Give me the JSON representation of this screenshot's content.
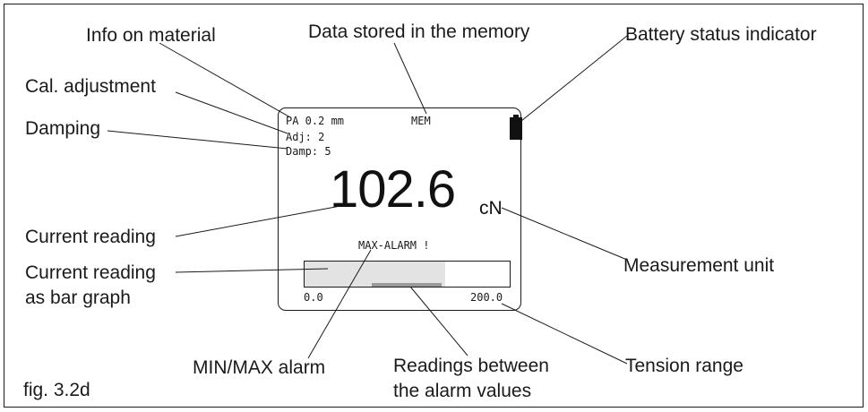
{
  "labels": {
    "info_on_material": "Info on material",
    "data_stored": "Data stored in the memory",
    "battery_status": "Battery status indicator",
    "cal_adjustment": "Cal. adjustment",
    "damping": "Damping",
    "current_reading": "Current reading",
    "current_reading_bar_line1": "Current reading",
    "current_reading_bar_line2": "as bar graph",
    "measurement_unit": "Measurement unit",
    "min_max_alarm": "MIN/MAX alarm",
    "readings_between_line1": "Readings  between",
    "readings_between_line2": "the alarm values",
    "tension_range": "Tension range",
    "figure_caption": "fig. 3.2d"
  },
  "display": {
    "material_line": "PA 0.2 mm",
    "memory_indicator": "MEM",
    "adjustment_line": "Adj: 2",
    "damping_line": "Damp: 5",
    "reading_value": "102.6",
    "reading_unit": "cN",
    "alarm_text": "MAX-ALARM !",
    "range_min": "0.0",
    "range_max": "200.0",
    "bar_level_fraction": 0.69,
    "alarm_band_fraction": [
      0.33,
      0.67
    ]
  },
  "colors": {
    "ink": "#1a1a1a",
    "bar_fill": "#e3e3e3",
    "alarm_band": "#9a9a9a"
  },
  "icons": {
    "battery": "battery-full-icon"
  }
}
